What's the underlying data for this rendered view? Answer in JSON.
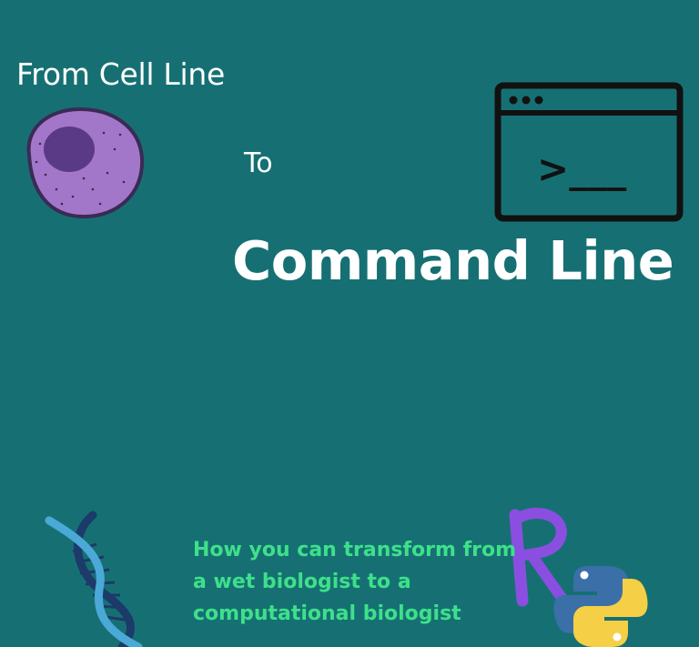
{
  "title": {
    "from_line": "From Cell Line",
    "to_word": "To",
    "command_line": "Command Line"
  },
  "subtitle": {
    "lines": [
      "How you can transform from",
      "a wet biologist to a",
      "computational biologist"
    ]
  },
  "terminal": {
    "prompt": ">___"
  },
  "colors": {
    "background": "#167073",
    "title_text": "#ffffff",
    "subtitle_text": "#3ee08a",
    "cell_body": "#a277c9",
    "cell_nucleus": "#5a3a86",
    "terminal_stroke": "#111111",
    "r_logo": "#8a4fe0",
    "python_blue": "#3a6fa8",
    "python_yellow": "#f5cf45",
    "dna_light": "#4aa9d6",
    "dna_dark": "#1c3a6a"
  },
  "icons": [
    "cell-icon",
    "terminal-window-icon",
    "dna-helix-icon",
    "r-language-logo",
    "python-logo"
  ]
}
